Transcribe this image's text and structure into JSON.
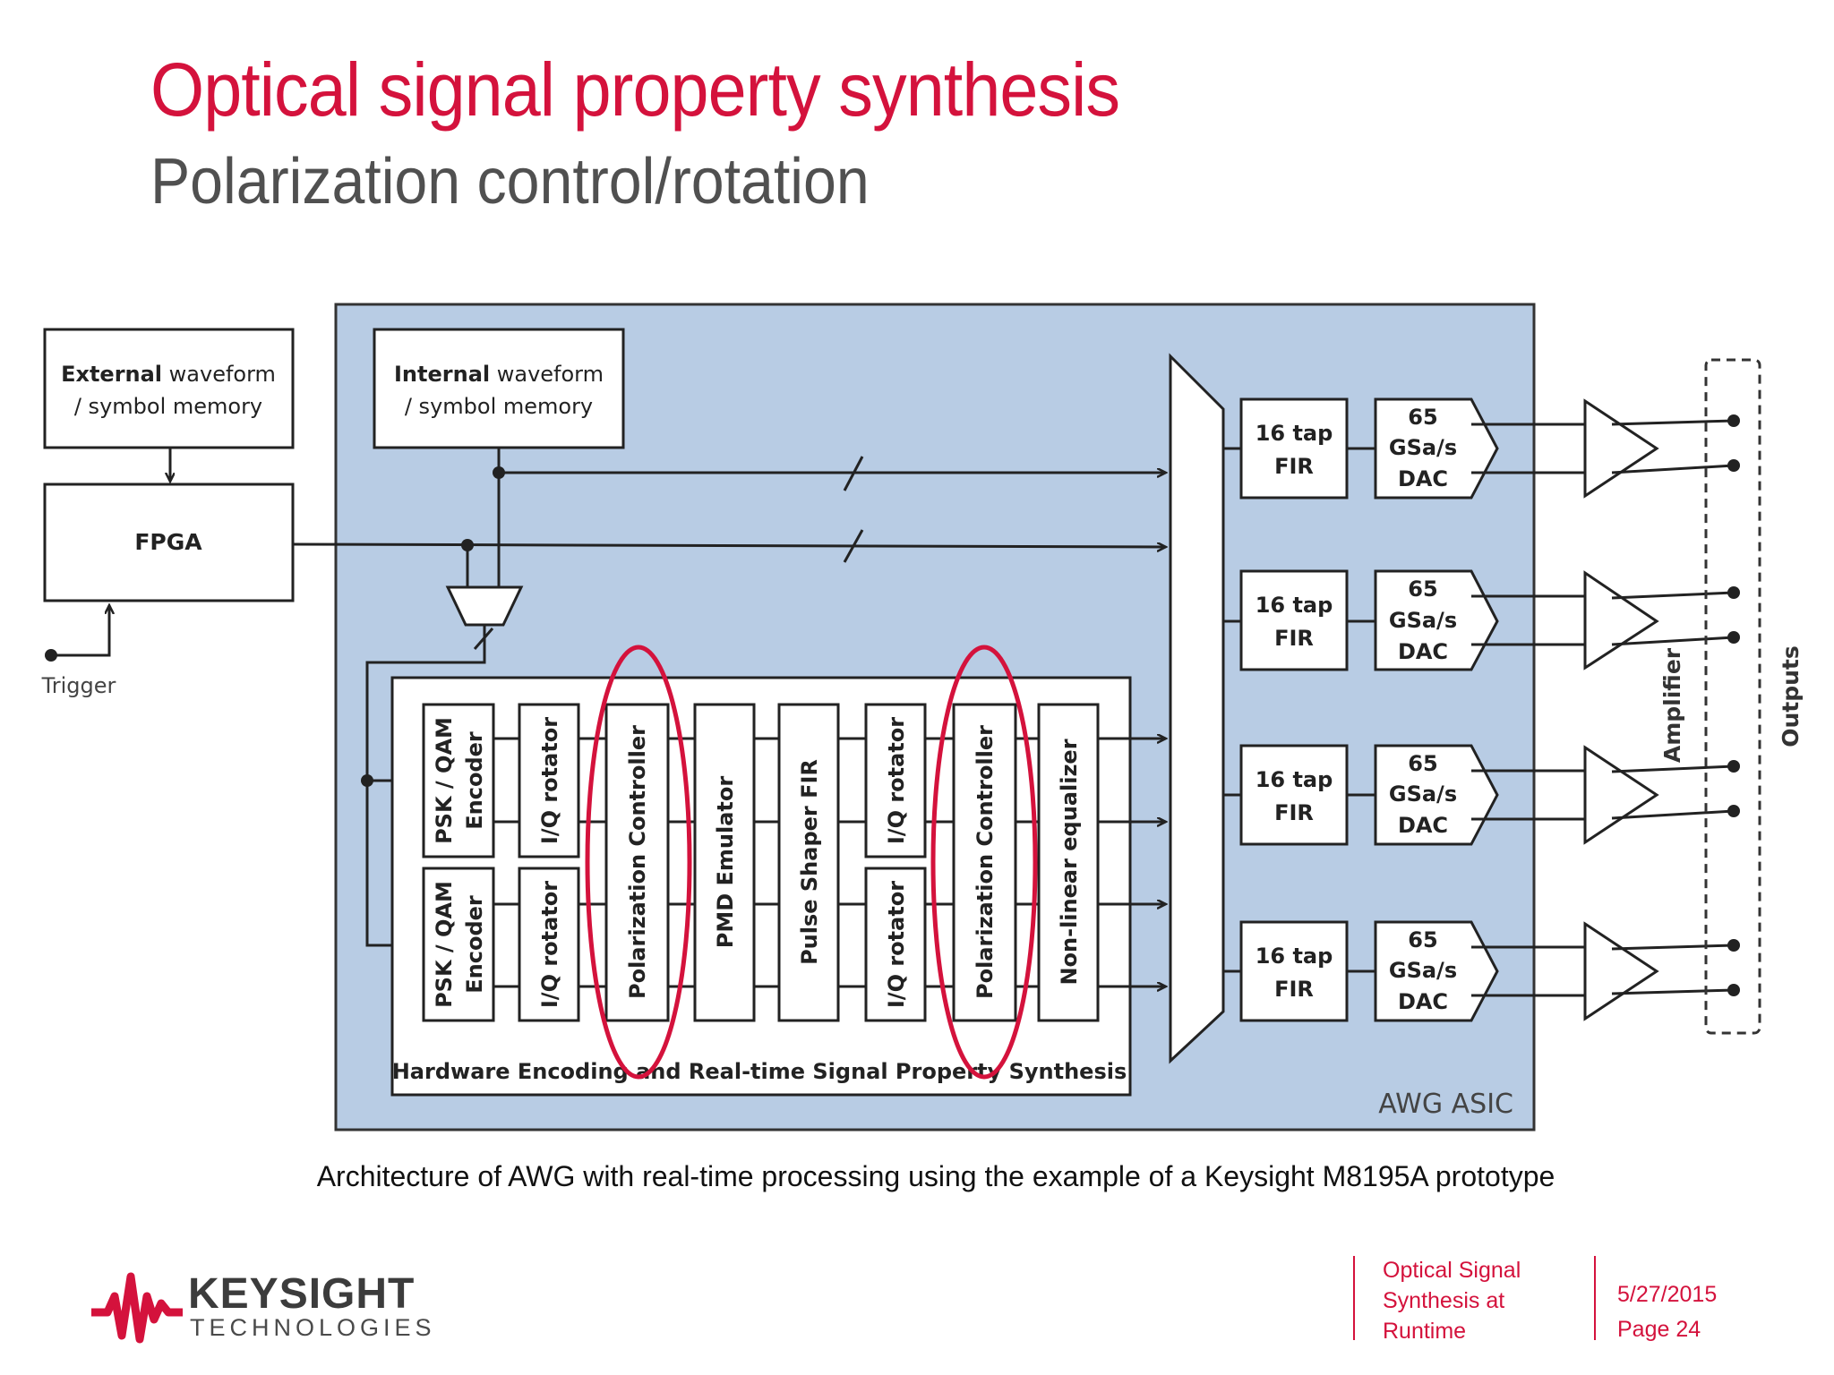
{
  "slide": {
    "title": "Optical signal property synthesis",
    "subtitle": "Polarization control/rotation",
    "caption": "Architecture of AWG with real-time processing using the example of a Keysight M8195A prototype"
  },
  "diagram": {
    "ext_mem": {
      "bold": "External",
      "rest": " waveform",
      "line2": "/ symbol memory"
    },
    "int_mem": {
      "bold": "Internal",
      "rest": " waveform",
      "line2": "/ symbol memory"
    },
    "fpga": "FPGA",
    "trigger": "Trigger",
    "encoder": {
      "line1": "PSK / QAM",
      "line2": "Encoder"
    },
    "iq_rotator": "I/Q rotator",
    "pol_controller": "Polarization Controller",
    "pmd": "PMD Emulator",
    "pulse_shaper": "Pulse Shaper FIR",
    "nonlinear": "Non-linear equalizer",
    "hw_label": "Hardware Encoding and Real-time Signal Property Synthesis",
    "awg_asic": "AWG ASIC",
    "fir": {
      "line1": "16 tap",
      "line2": "FIR"
    },
    "dac": {
      "line1": "65",
      "line2": "GSa/s",
      "line3": "DAC"
    },
    "amplifier": "Amplifier",
    "outputs": "Outputs"
  },
  "footer": {
    "company": "KEYSIGHT",
    "company_sub": "TECHNOLOGIES",
    "doc_title": [
      "Optical Signal",
      "Synthesis at",
      "Runtime"
    ],
    "date": "5/27/2015",
    "page": "Page  24"
  },
  "colors": {
    "accent": "#d4123c",
    "asic_bg": "#b8cce4",
    "text_gray": "#505050"
  }
}
